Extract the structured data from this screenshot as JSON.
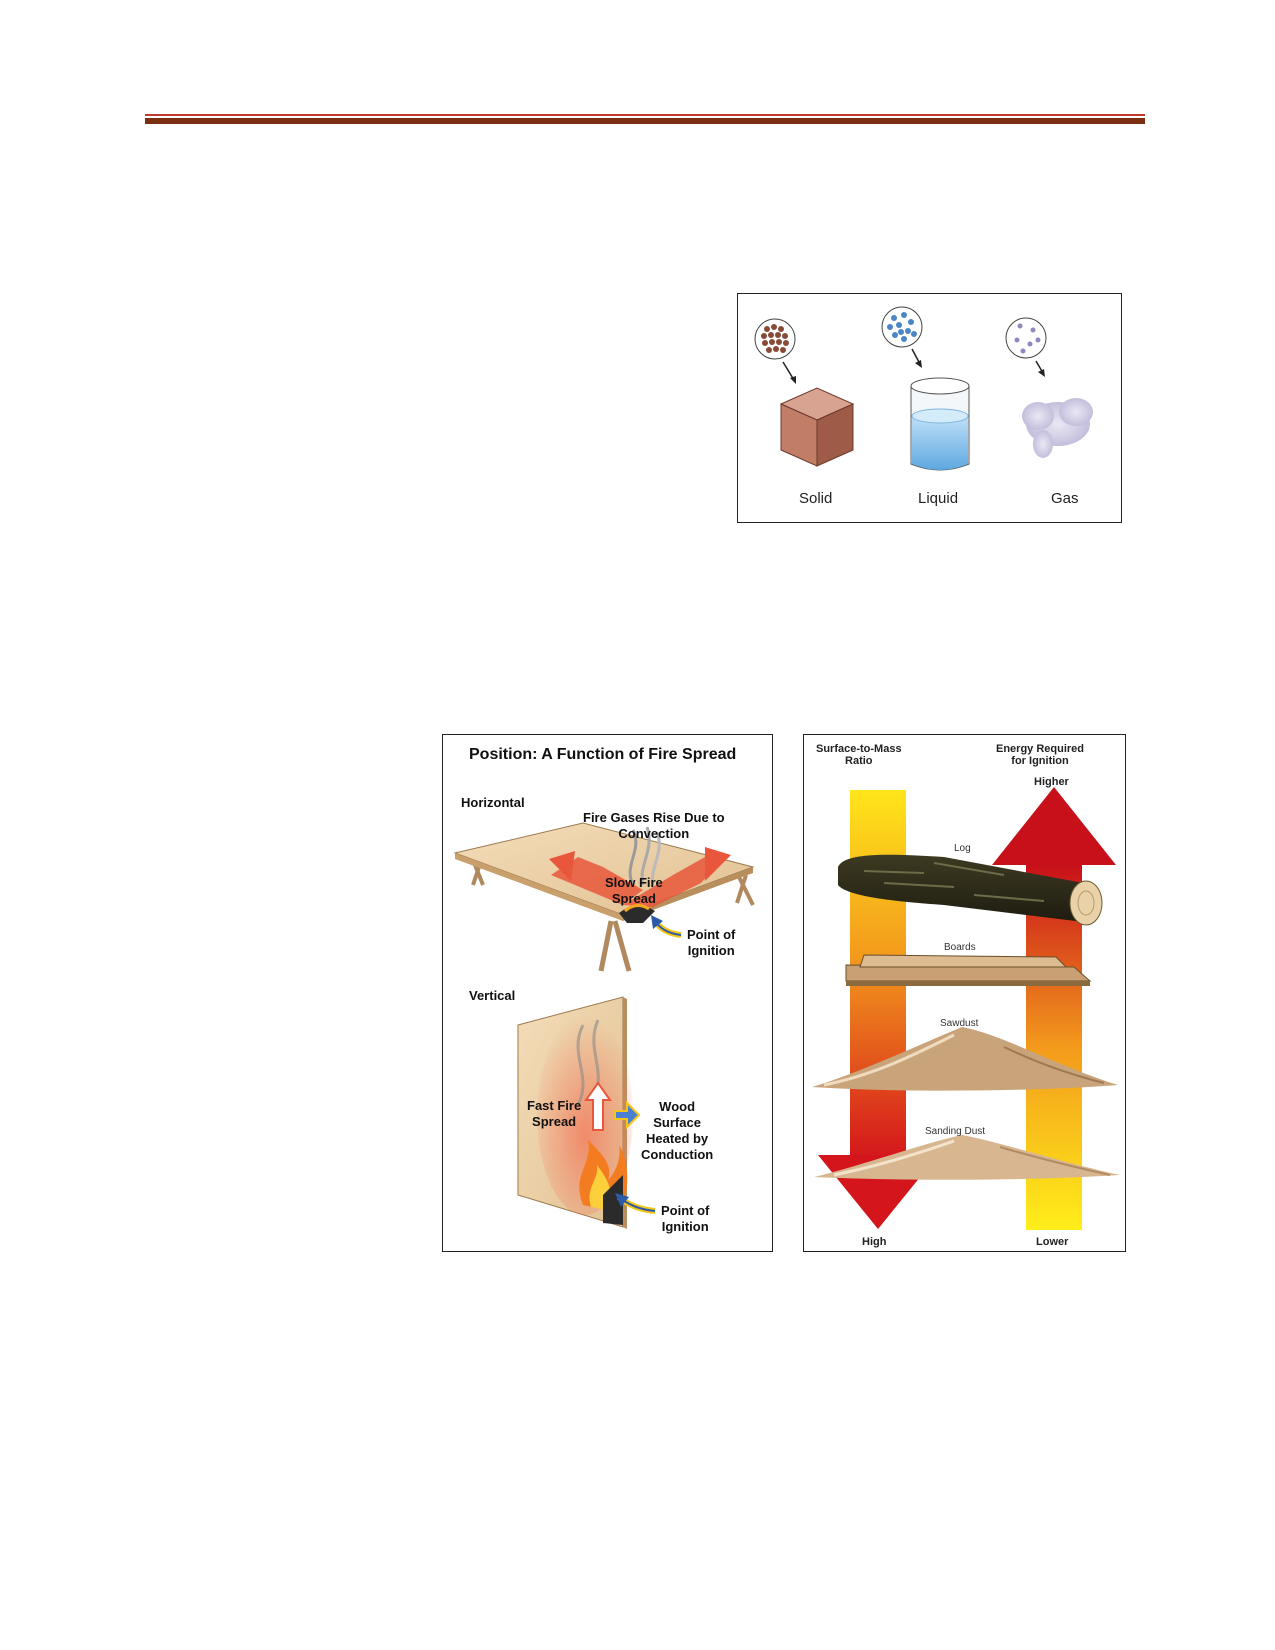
{
  "states_figure": {
    "labels": [
      "Solid",
      "Liquid",
      "Gas"
    ]
  },
  "position_figure": {
    "title": "Position: A Function of Fire Spread",
    "horizontal": {
      "heading": "Horizontal",
      "gases_label_1": "Fire Gases Rise Due to",
      "gases_label_2": "Convection",
      "slow_1": "Slow Fire",
      "slow_2": "Spread",
      "ignition_1": "Point of",
      "ignition_2": "Ignition"
    },
    "vertical": {
      "heading": "Vertical",
      "fast_1": "Fast Fire",
      "fast_2": "Spread",
      "wood_1": "Wood",
      "wood_2": "Surface",
      "wood_3": "Heated by",
      "wood_4": "Conduction",
      "ignition_1": "Point of",
      "ignition_2": "Ignition"
    }
  },
  "surface_figure": {
    "left_header_1": "Surface-to-Mass",
    "left_header_2": "Ratio",
    "right_header_1": "Energy Required",
    "right_header_2": "for Ignition",
    "higher": "Higher",
    "lower": "Lower",
    "high": "High",
    "items": [
      "Log",
      "Boards",
      "Sawdust",
      "Sanding Dust"
    ]
  }
}
